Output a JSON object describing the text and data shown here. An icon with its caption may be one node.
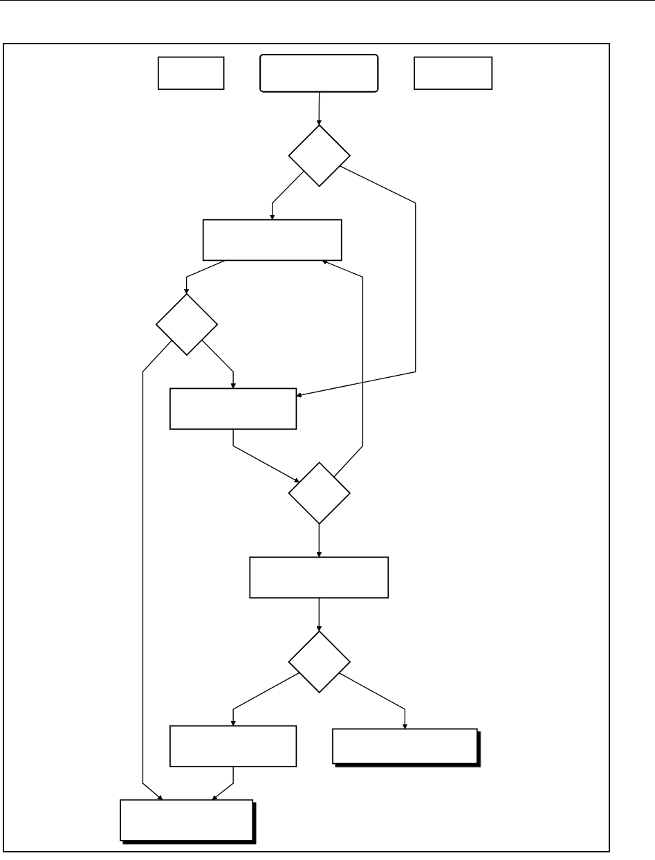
{
  "diagram": {
    "nodes": [
      {
        "text": [],
        "shape": "box"
      },
      {
        "text": [],
        "shape": "rounded"
      },
      {
        "text": [],
        "shape": "box"
      },
      {
        "text": [],
        "shape": "diamond"
      },
      {
        "text": [],
        "shape": "box"
      },
      {
        "text": [],
        "shape": "diamond"
      },
      {
        "text": [],
        "shape": "box"
      },
      {
        "text": [],
        "shape": "box"
      },
      {
        "text": [],
        "shape": "diamond"
      },
      {
        "text": [],
        "shape": "box"
      },
      {
        "text": [],
        "shape": "diamond"
      },
      {
        "text": [],
        "shape": "box"
      },
      {
        "text": [],
        "shape": "box"
      }
    ],
    "edges": [
      {
        "from": 1,
        "to": 3,
        "arrow": "to"
      },
      {
        "from": 3,
        "to": 4,
        "arrow": "to"
      },
      {
        "from": 3,
        "to": 7,
        "arrow": "to"
      },
      {
        "from": 4,
        "to": 5,
        "arrow": "to"
      },
      {
        "from": 5,
        "to": 6,
        "arrow": "to"
      },
      {
        "from": 5,
        "to": 7,
        "arrow": "to"
      },
      {
        "from": 7,
        "to": 8,
        "arrow": "to"
      },
      {
        "from": 8,
        "to": 9,
        "arrow": "to"
      },
      {
        "from": 8,
        "to": 4,
        "arrow": "to"
      },
      {
        "from": 9,
        "to": 10,
        "arrow": "to"
      },
      {
        "from": 10,
        "to": 11,
        "arrow": "to"
      },
      {
        "from": 10,
        "to": 12,
        "arrow": "to"
      },
      {
        "from": 11,
        "to": 6,
        "arrow": "to"
      }
    ]
  }
}
